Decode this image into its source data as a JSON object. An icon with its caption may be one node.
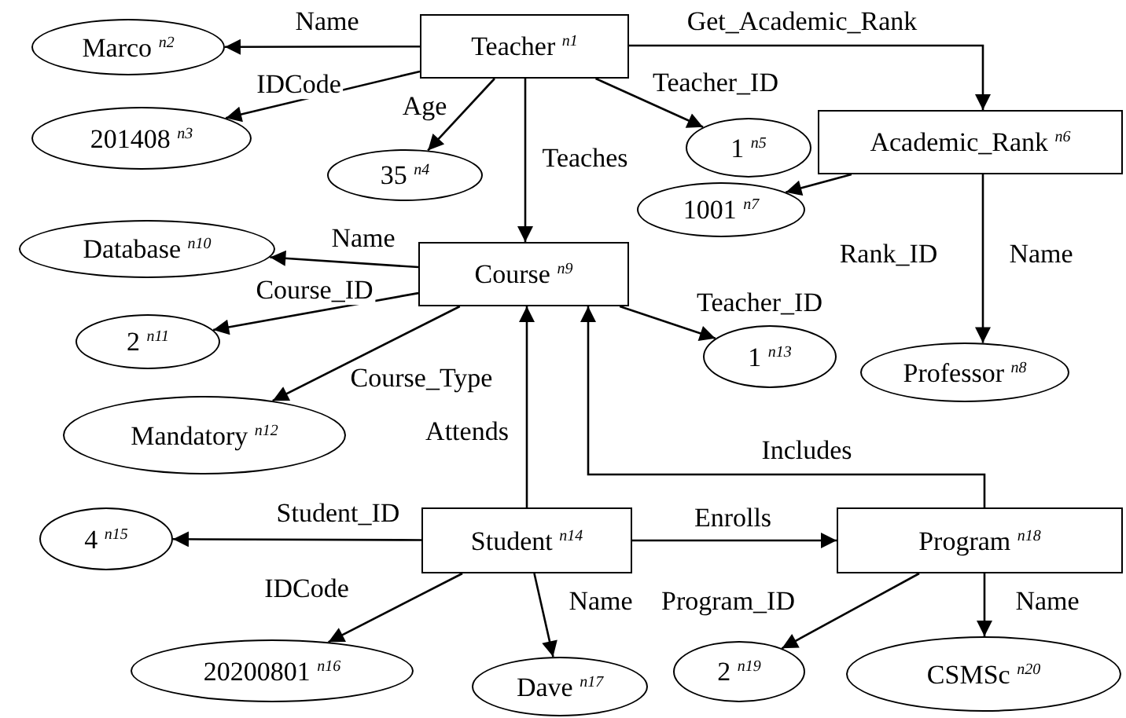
{
  "diagram": {
    "nodes": [
      {
        "text": [
          "Teacher $^{n1}$"
        ]
      },
      {
        "text": [
          "Marco $^{n2}$"
        ]
      },
      {
        "text": [
          "201408 $^{n3}$"
        ]
      },
      {
        "text": [
          "35 $^{n4}$"
        ]
      },
      {
        "text": [
          "1 $^{n5}$"
        ]
      },
      {
        "text": [
          "Academic_Rank $^{n6}$"
        ]
      },
      {
        "text": [
          "1001 $^{n7}$"
        ]
      },
      {
        "text": [
          "Professor $^{n8}$"
        ]
      },
      {
        "text": [
          "Course $^{n9}$"
        ]
      },
      {
        "text": [
          "Database $^{n10}$"
        ]
      },
      {
        "text": [
          "2 $^{n11}$"
        ]
      },
      {
        "text": [
          "Mandatory $^{n12}$"
        ]
      },
      {
        "text": [
          "1 $^{n13}$"
        ]
      },
      {
        "text": [
          "Student $^{n14}$"
        ]
      },
      {
        "text": [
          "4 $^{n15}$"
        ]
      },
      {
        "text": [
          "20200801 $^{n16}$"
        ]
      },
      {
        "text": [
          "Dave $^{n17}$"
        ]
      },
      {
        "text": [
          "Program $^{n18}$"
        ]
      },
      {
        "text": [
          "2 $^{n19}$"
        ]
      },
      {
        "text": [
          "CSMSc $^{n20}$"
        ]
      }
    ],
    "edges": [
      {
        "from": 0,
        "to": 1,
        "arrow": "to",
        "label": "Name"
      },
      {
        "from": 0,
        "to": 2,
        "arrow": "to",
        "label": "IDCode"
      },
      {
        "from": 0,
        "to": 3,
        "arrow": "to",
        "label": "Age"
      },
      {
        "from": 0,
        "to": 4,
        "arrow": "to",
        "label": "Teacher_ID"
      },
      {
        "from": 0,
        "to": 5,
        "arrow": "to",
        "label": "Get_Academic_Rank"
      },
      {
        "from": 0,
        "to": 8,
        "arrow": "to",
        "label": "Teaches"
      },
      {
        "from": 5,
        "to": 6,
        "arrow": "to",
        "label": "Rank_ID"
      },
      {
        "from": 5,
        "to": 7,
        "arrow": "to",
        "label": "Name"
      },
      {
        "from": 8,
        "to": 9,
        "arrow": "to",
        "label": "Name"
      },
      {
        "from": 8,
        "to": 10,
        "arrow": "to",
        "label": "Course_ID"
      },
      {
        "from": 8,
        "to": 11,
        "arrow": "to",
        "label": "Course_Type"
      },
      {
        "from": 8,
        "to": 12,
        "arrow": "to",
        "label": "Teacher_ID"
      },
      {
        "from": 13,
        "to": 8,
        "arrow": "to",
        "label": "Attends"
      },
      {
        "from": 17,
        "to": 8,
        "arrow": "to",
        "label": "Includes"
      },
      {
        "from": 13,
        "to": 14,
        "arrow": "to",
        "label": "Student_ID"
      },
      {
        "from": 13,
        "to": 17,
        "arrow": "to",
        "label": "Enrolls"
      },
      {
        "from": 13,
        "to": 15,
        "arrow": "to",
        "label": "IDCode"
      },
      {
        "from": 13,
        "to": 16,
        "arrow": "to",
        "label": "Name"
      },
      {
        "from": 17,
        "to": 18,
        "arrow": "to",
        "label": "Program_ID"
      },
      {
        "from": 17,
        "to": 19,
        "arrow": "to",
        "label": "Name"
      }
    ]
  }
}
